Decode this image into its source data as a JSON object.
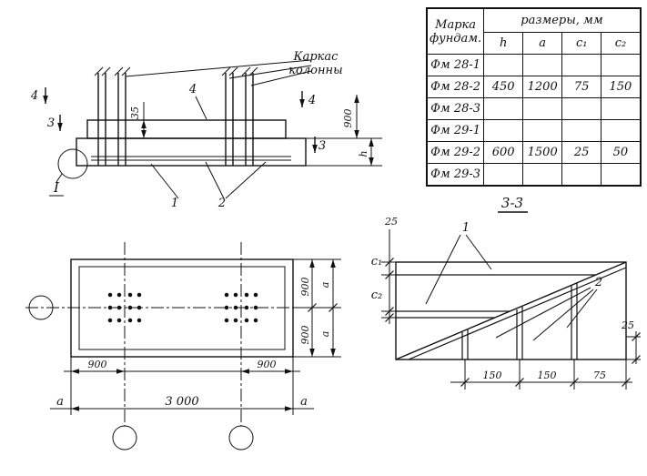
{
  "table": {
    "mark_header_line1": "Марка",
    "mark_header_line2": "фундам.",
    "sizes_header": "размеры, мм",
    "columns": [
      "h",
      "a",
      "c₁",
      "c₂"
    ],
    "groups": [
      {
        "marks": [
          "Фм 28-1",
          "Фм 28-2",
          "Фм 28-3"
        ],
        "h": "450",
        "a": "1200",
        "c1": "75",
        "c2": "150"
      },
      {
        "marks": [
          "Фм 29-1",
          "Фм 29-2",
          "Фм 29-3"
        ],
        "h": "600",
        "a": "1500",
        "c1": "25",
        "c2": "50"
      }
    ]
  },
  "elevation": {
    "frame_label_line1": "Каркас",
    "frame_label_line2": "колонны",
    "marker_4": "4",
    "marker_3": "3",
    "plate_callout": "4",
    "dim_35": "35",
    "dim_900": "900",
    "dim_h": "h",
    "mesh_callout": "1",
    "bars_callout": "2",
    "detail_mark": "I"
  },
  "plan": {
    "dim_900": "900",
    "dim_a": "a",
    "dim_3000": "3 000"
  },
  "section": {
    "title": "3-3",
    "dim_25": "25",
    "dim_c1": "c₁",
    "dim_c2": "c₂",
    "callout_1": "1",
    "callout_2": "2",
    "dim_150": "150",
    "dim_75": "75"
  }
}
